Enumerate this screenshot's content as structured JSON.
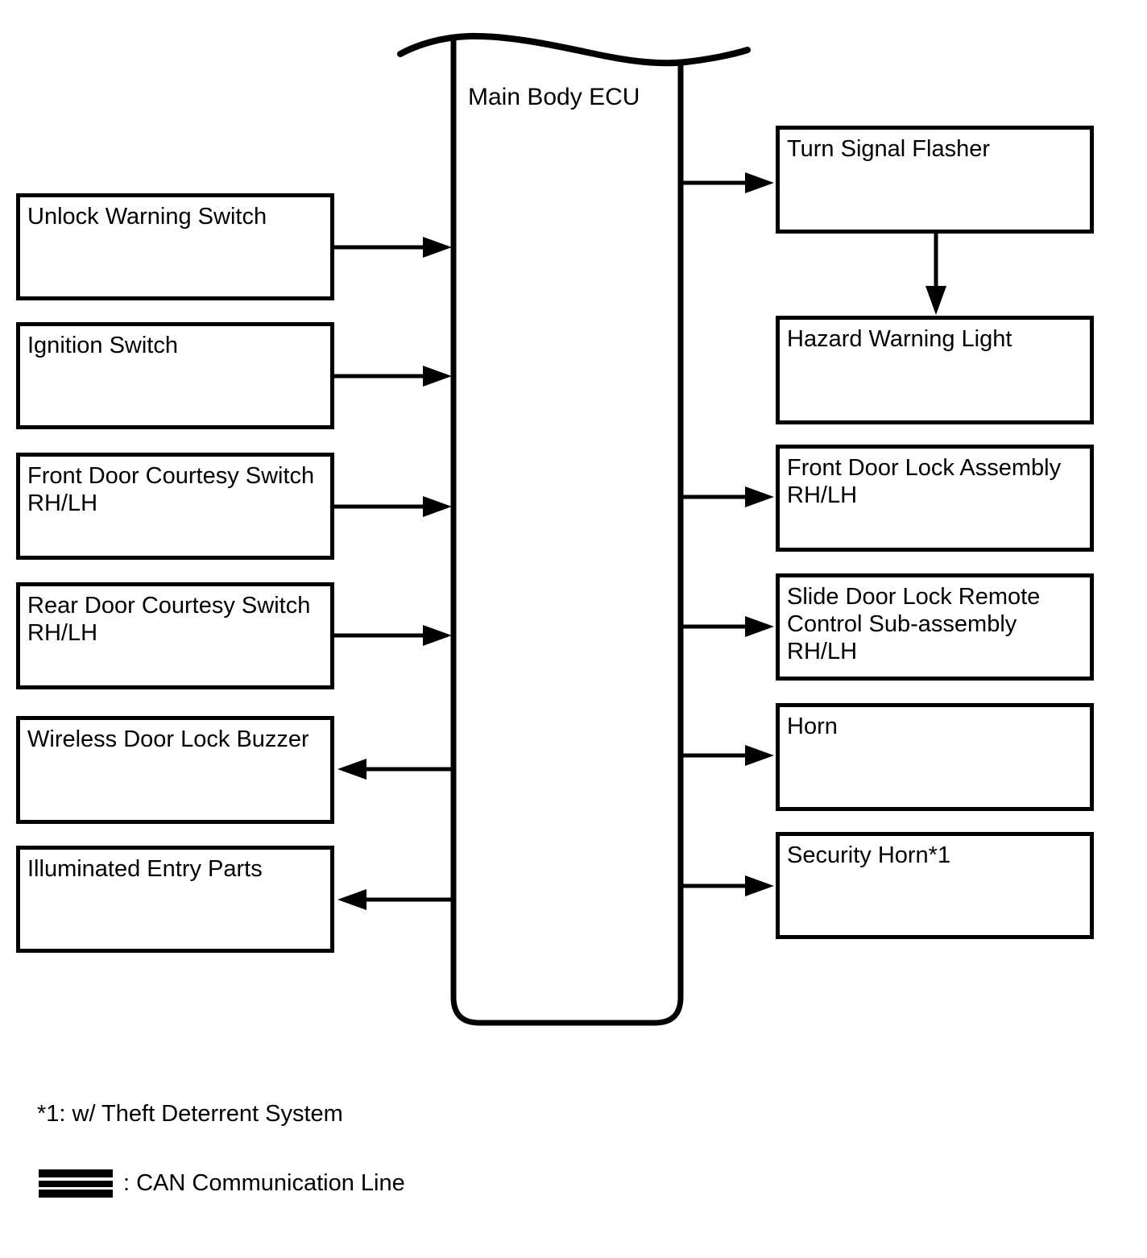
{
  "diagram": {
    "ecu": {
      "label": "Main Body ECU"
    },
    "left_boxes": [
      {
        "label": "Unlock Warning Switch",
        "flow": "to-ecu"
      },
      {
        "label": "Ignition Switch",
        "flow": "to-ecu"
      },
      {
        "label": "Front Door Courtesy Switch RH/LH",
        "flow": "to-ecu"
      },
      {
        "label": "Rear Door Courtesy Switch RH/LH",
        "flow": "to-ecu"
      },
      {
        "label": "Wireless Door Lock Buzzer",
        "flow": "from-ecu"
      },
      {
        "label": "Illuminated Entry Parts",
        "flow": "from-ecu"
      }
    ],
    "right_boxes": [
      {
        "label": "Turn Signal Flasher",
        "flow": "from-ecu"
      },
      {
        "label": "Hazard Warning Light",
        "flow": "from-turn-signal-flasher"
      },
      {
        "label": "Front Door Lock Assembly RH/LH",
        "flow": "from-ecu"
      },
      {
        "label": "Slide Door Lock Remote Control Sub-assembly RH/LH",
        "flow": "from-ecu"
      },
      {
        "label": "Horn",
        "flow": "from-ecu"
      },
      {
        "label": "Security Horn*1",
        "flow": "from-ecu"
      }
    ],
    "notes": {
      "footnote": "*1: w/ Theft Deterrent System",
      "can_legend_label": ": CAN Communication Line"
    },
    "colors": {
      "line": "#000000",
      "background": "#ffffff"
    }
  }
}
